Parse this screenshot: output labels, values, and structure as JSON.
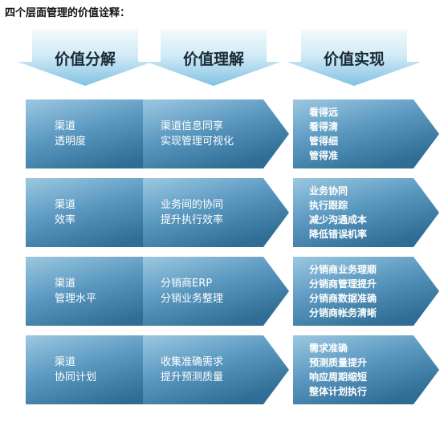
{
  "title": "四个层面管理的价值诠释：",
  "headers": [
    "价值分解",
    "价值理解",
    "价值实现"
  ],
  "rows": [
    {
      "left": [
        "渠道",
        "透明度"
      ],
      "mid": [
        "渠道信息同享",
        "实现管理可视化"
      ],
      "right": [
        "看得远",
        "看得清",
        "管得细",
        "管得准"
      ]
    },
    {
      "left": [
        "渠道",
        "效率"
      ],
      "mid": [
        "业务间的协同",
        "提升执行效率"
      ],
      "right": [
        "业务协同",
        "执行跟踪",
        "减少沟通成本",
        "降低错误机率"
      ]
    },
    {
      "left": [
        "渠道",
        "管理水平"
      ],
      "mid": [
        "分销商ERP",
        "分销业务整理"
      ],
      "right": [
        "分销商业务理顺",
        "分销商管理提升",
        "分销商数据准确",
        "分销商帐务清晰"
      ]
    },
    {
      "left": [
        "渠道",
        "协同计划"
      ],
      "mid": [
        "收集准确需求",
        "提升预测质量"
      ],
      "right": [
        "需求准确",
        "预测质量提升",
        "响应周期缩短",
        "整体计划执行"
      ]
    }
  ],
  "colors": {
    "arrow_light": "#e6f3fa",
    "arrow_dark": "#8ecbe6",
    "box_light": "#7fb6d6",
    "box_dark": "#2e6f97"
  }
}
